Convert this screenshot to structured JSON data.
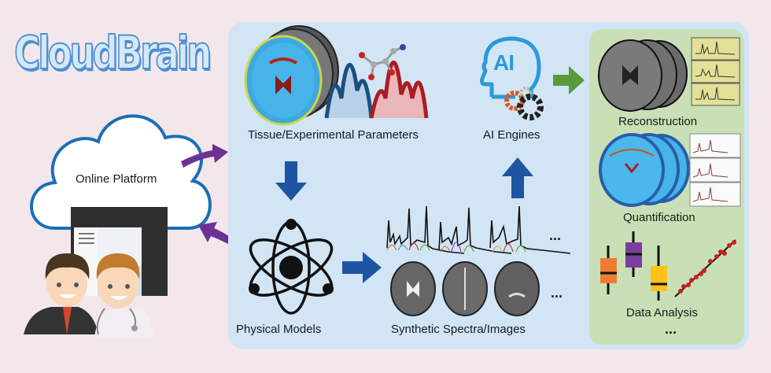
{
  "logo": {
    "text": "CloudBrain"
  },
  "platform": {
    "label": "Online Platform"
  },
  "pipeline": {
    "tissue": {
      "label": "Tissue/Experimental Parameters"
    },
    "physical": {
      "label": "Physical Models"
    },
    "synthetic": {
      "label": "Synthetic Spectra/Images",
      "ellipsis_spectra": "...",
      "ellipsis_images": "..."
    },
    "ai": {
      "label": "AI Engines",
      "icon_text": "AI"
    }
  },
  "outputs": {
    "reconstruction": {
      "label": "Reconstruction"
    },
    "quantification": {
      "label": "Quantification"
    },
    "analysis": {
      "label": "Data Analysis"
    },
    "more": "..."
  },
  "colors": {
    "background": "#f3e7ec",
    "pipeline_panel": "#d2e5f5",
    "output_panel": "#c9e0b7",
    "flow_arrow_blue": "#1d55a3",
    "platform_arrow_purple": "#6b3294",
    "output_arrow_green": "#5a9a3a",
    "cloud_outline": "#1b6fb5",
    "ai_head": "#2a9ad8"
  }
}
